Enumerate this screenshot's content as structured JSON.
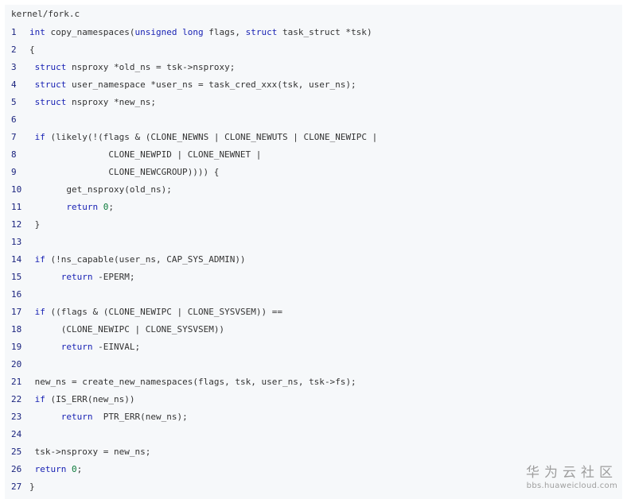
{
  "file_title": "kernel/fork.c",
  "code_lines": [
    {
      "n": "1",
      "text": "int copy_namespaces(unsigned long flags, struct task_struct *tsk)"
    },
    {
      "n": "2",
      "text": "{"
    },
    {
      "n": "3",
      "text": " struct nsproxy *old_ns = tsk->nsproxy;"
    },
    {
      "n": "4",
      "text": " struct user_namespace *user_ns = task_cred_xxx(tsk, user_ns);"
    },
    {
      "n": "5",
      "text": " struct nsproxy *new_ns;"
    },
    {
      "n": "6",
      "text": ""
    },
    {
      "n": "7",
      "text": " if (likely(!(flags & (CLONE_NEWNS | CLONE_NEWUTS | CLONE_NEWIPC |"
    },
    {
      "n": "8",
      "text": "               CLONE_NEWPID | CLONE_NEWNET |"
    },
    {
      "n": "9",
      "text": "               CLONE_NEWCGROUP)))) {"
    },
    {
      "n": "10",
      "text": "       get_nsproxy(old_ns);"
    },
    {
      "n": "11",
      "text": "       return 0;"
    },
    {
      "n": "12",
      "text": " }"
    },
    {
      "n": "13",
      "text": ""
    },
    {
      "n": "14",
      "text": " if (!ns_capable(user_ns, CAP_SYS_ADMIN))"
    },
    {
      "n": "15",
      "text": "      return -EPERM;"
    },
    {
      "n": "16",
      "text": ""
    },
    {
      "n": "17",
      "text": " if ((flags & (CLONE_NEWIPC | CLONE_SYSVSEM)) =="
    },
    {
      "n": "18",
      "text": "      (CLONE_NEWIPC | CLONE_SYSVSEM))"
    },
    {
      "n": "19",
      "text": "      return -EINVAL;"
    },
    {
      "n": "20",
      "text": ""
    },
    {
      "n": "21",
      "text": " new_ns = create_new_namespaces(flags, tsk, user_ns, tsk->fs);"
    },
    {
      "n": "22",
      "text": " if (IS_ERR(new_ns))"
    },
    {
      "n": "23",
      "text": "      return  PTR_ERR(new_ns);"
    },
    {
      "n": "24",
      "text": ""
    },
    {
      "n": "25",
      "text": " tsk->nsproxy = new_ns;"
    },
    {
      "n": "26",
      "text": " return 0;"
    },
    {
      "n": "27",
      "text": "}"
    }
  ],
  "watermark": {
    "title": "华为云社区",
    "url": "bbs.huaweicloud.com"
  },
  "colors": {
    "background": "#f6f8fa",
    "line_number": "#1a237e",
    "keyword": "#1a23b4",
    "number": "#0a7a3a",
    "text": "#333333",
    "watermark": "#9e9e9e"
  }
}
